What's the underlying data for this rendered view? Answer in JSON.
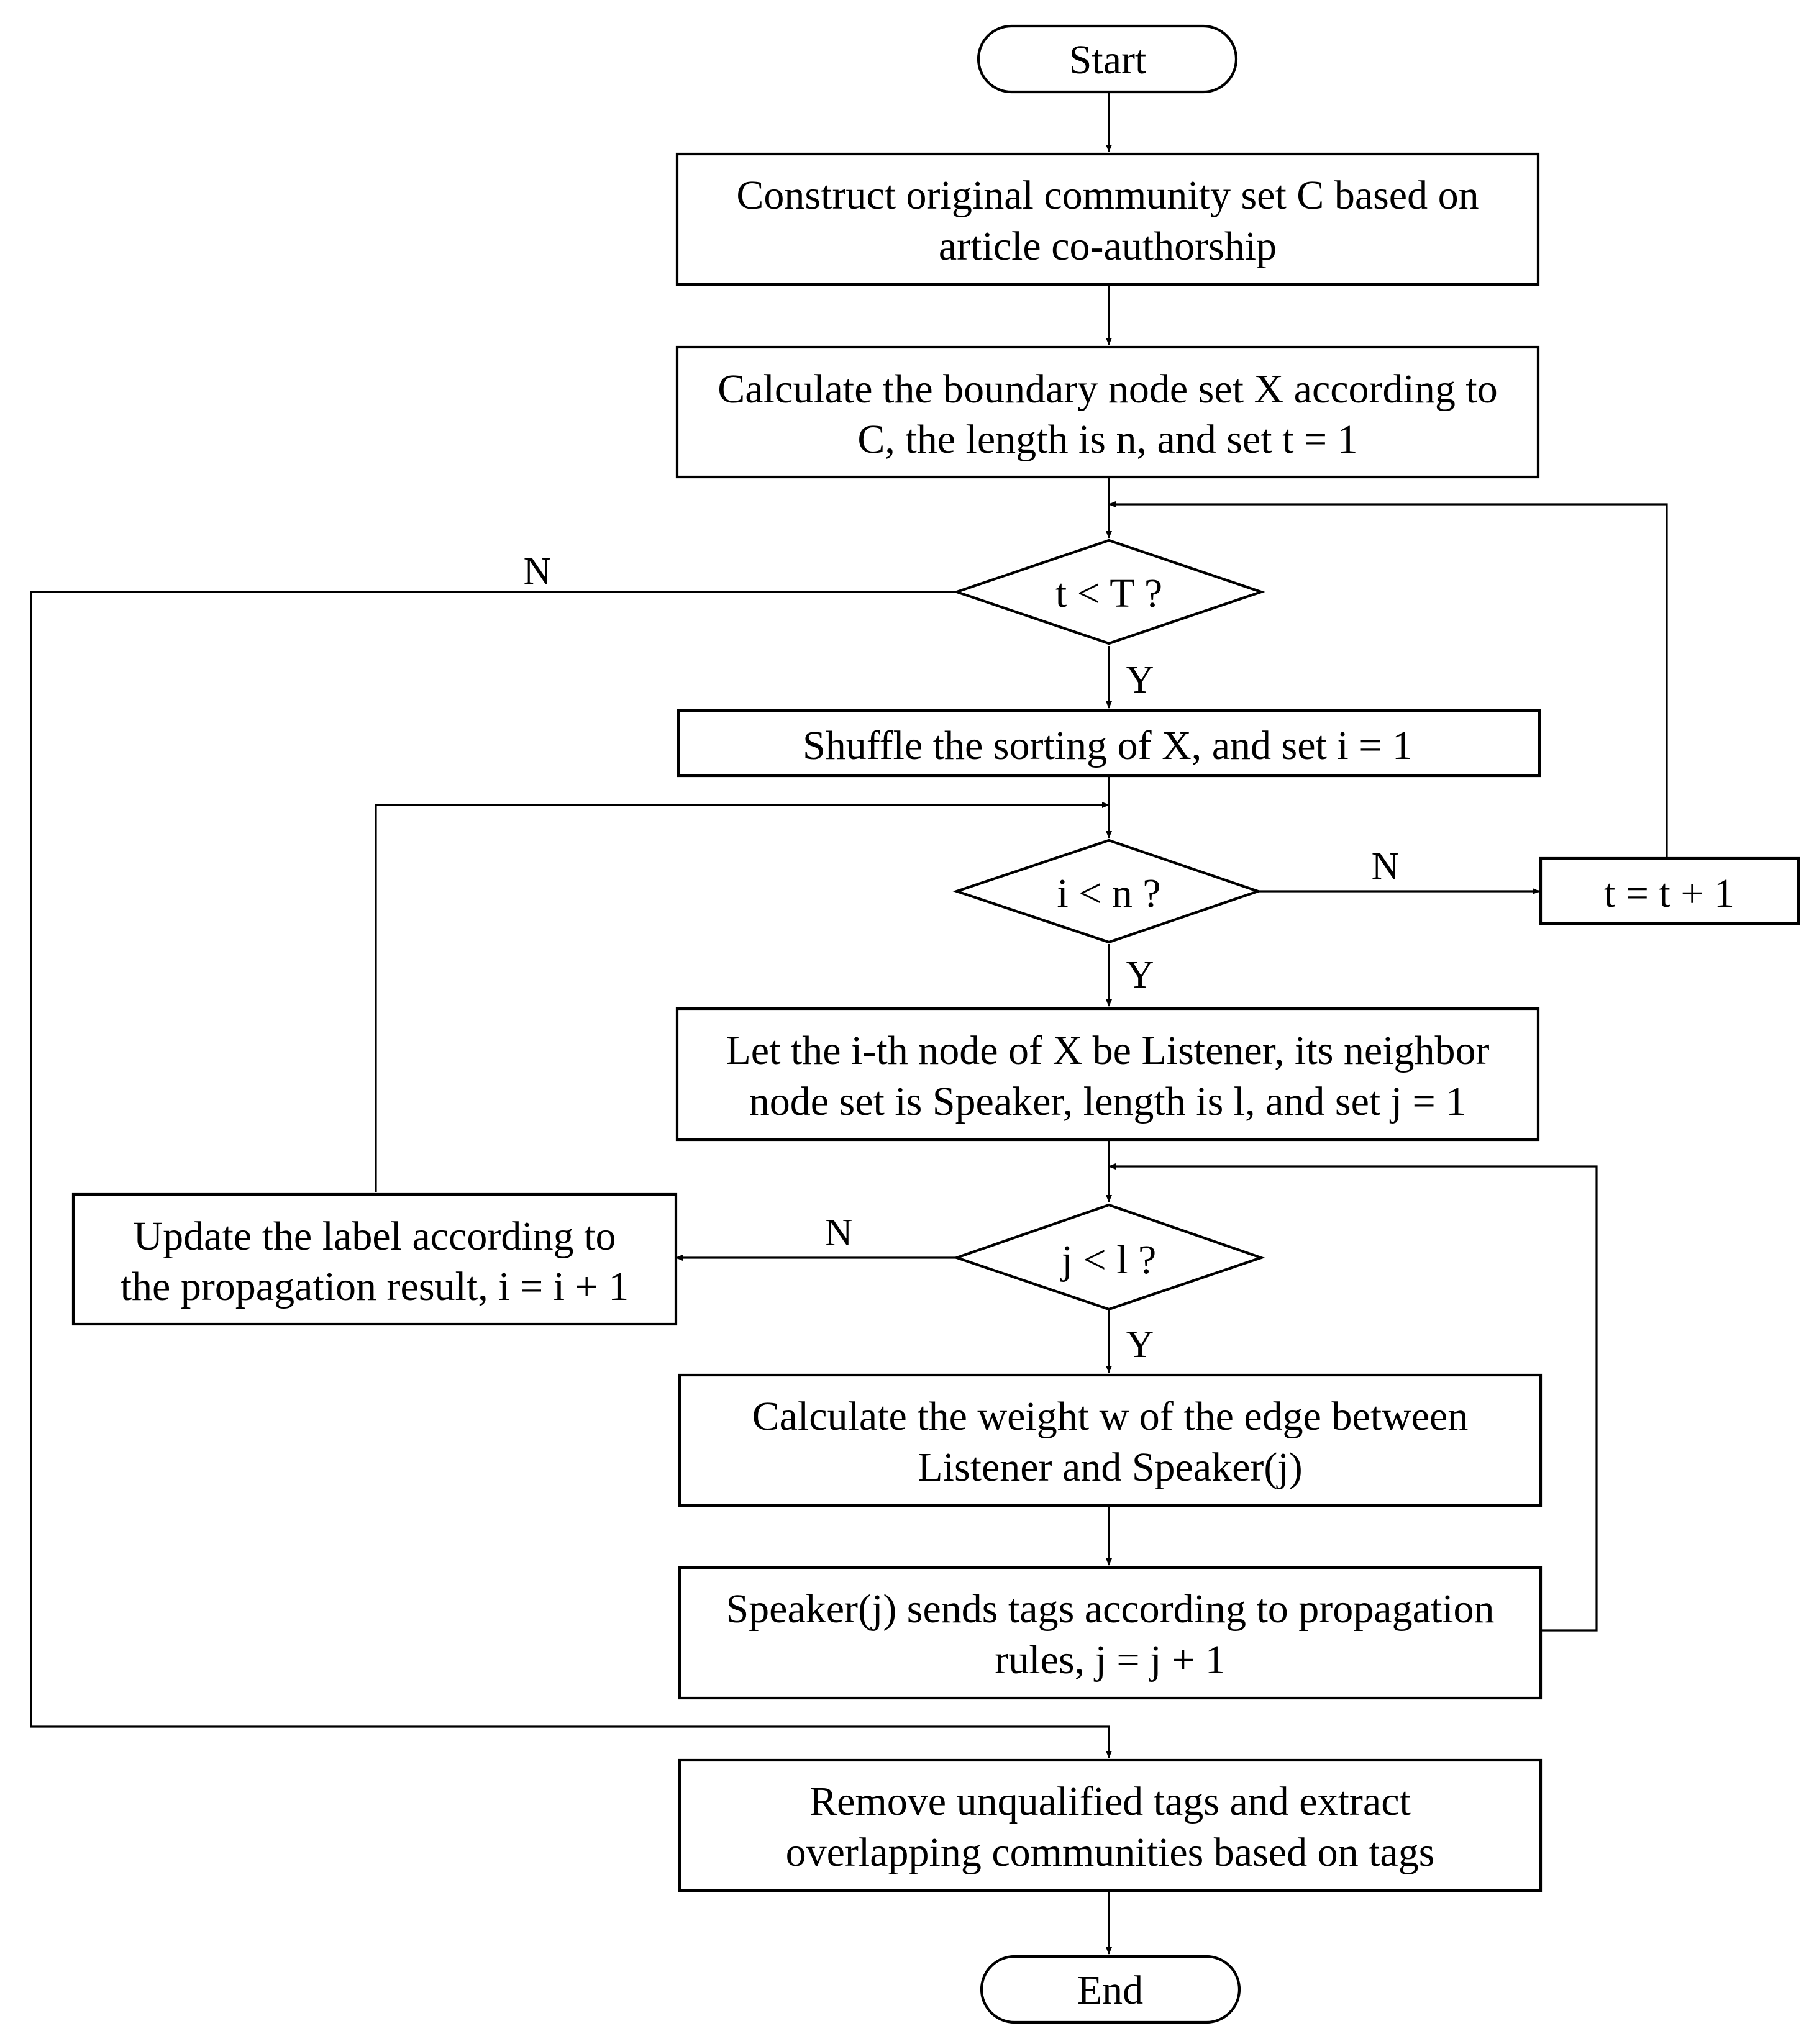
{
  "nodes": {
    "start": {
      "text": "Start"
    },
    "construct": {
      "line1": "Construct original community set C based on",
      "line2": "article co-authorship"
    },
    "boundary": {
      "line1": "Calculate the boundary node set X according to",
      "line2": "C, the length is n, and set t = 1"
    },
    "cond_t": {
      "text": "t < T ?"
    },
    "shuffle": {
      "text": "Shuffle the sorting of X, and set i = 1"
    },
    "cond_i": {
      "text": "i < n ?"
    },
    "inc_t": {
      "text": "t = t + 1"
    },
    "listener": {
      "line1": "Let the i-th node of X be Listener, its neighbor",
      "line2": "node set is Speaker, length is l, and set j = 1"
    },
    "cond_j": {
      "text": "j < l ?"
    },
    "update": {
      "line1": "Update the label according to",
      "line2": "the propagation result, i = i + 1"
    },
    "weight": {
      "line1": "Calculate the weight w of the edge between",
      "line2": "Listener and Speaker(j)"
    },
    "send": {
      "line1": "Speaker(j) sends tags according to propagation",
      "line2": "rules, j = j + 1"
    },
    "remove": {
      "line1": "Remove unqualified tags and extract",
      "line2": "overlapping communities based on tags"
    },
    "end": {
      "text": "End"
    }
  },
  "edge_labels": {
    "t_no": "N",
    "t_yes": "Y",
    "i_no": "N",
    "i_yes": "Y",
    "j_no": "N",
    "j_yes": "Y"
  }
}
